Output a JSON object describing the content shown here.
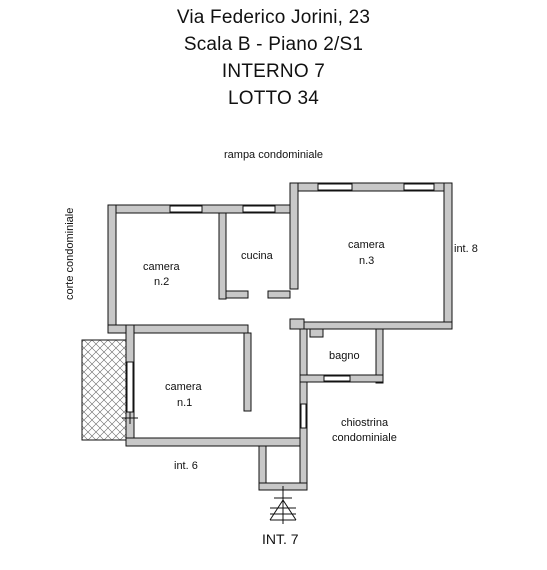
{
  "header": {
    "line1": "Via Federico Jorini, 23",
    "line2": "Scala B - Piano 2/S1",
    "line3": "INTERNO 7",
    "line4": "LOTTO 34"
  },
  "labels": {
    "rampa": "rampa condominiale",
    "corte": "corte condominiale",
    "camera2_a": "camera",
    "camera2_b": "n.2",
    "cucina": "cucina",
    "camera3_a": "camera",
    "camera3_b": "n.3",
    "int8": "int. 8",
    "bagno": "bagno",
    "camera1_a": "camera",
    "camera1_b": "n.1",
    "chiostrina_a": "chiostrina",
    "chiostrina_b": "condominiale",
    "int6": "int. 6",
    "entry": "INT. 7"
  },
  "colors": {
    "wall_fill": "#c8c8c8",
    "wall_stroke": "#111111",
    "hatch": "#555555"
  }
}
